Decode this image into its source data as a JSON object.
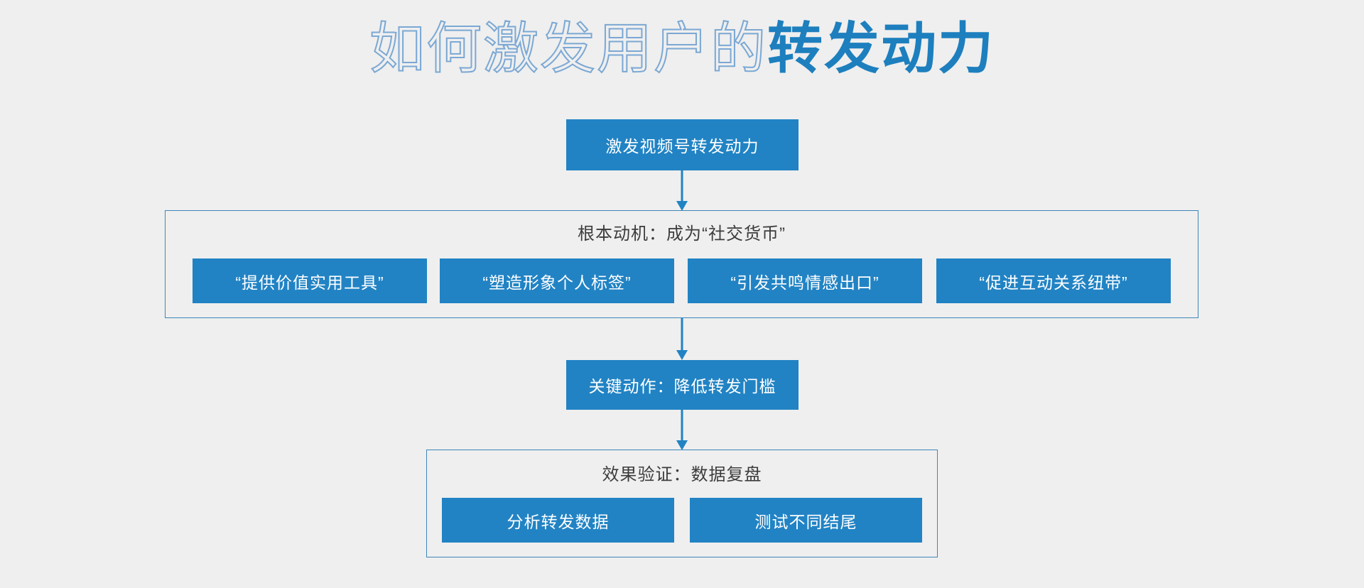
{
  "title": {
    "outline_part": "如何激发用户的",
    "solid_part": "转发动力",
    "full": "如何激发用户的转发动力"
  },
  "colors": {
    "background": "#efefef",
    "node_fill": "#2183c4",
    "node_text": "#ffffff",
    "border": "#3d86b8",
    "title_outline": "#7ba8d4",
    "title_solid": "#1d7fbe",
    "group_label_text": "#3c3c3c",
    "arrow": "#2183c4"
  },
  "flow": {
    "root": {
      "label": "激发视频号转发动力"
    },
    "motive_group": {
      "title": "根本动机：成为“社交货币”",
      "items": [
        {
          "label": "“提供价值实用工具”"
        },
        {
          "label": "“塑造形象个人标签”"
        },
        {
          "label": "“引发共鸣情感出口”"
        },
        {
          "label": "“促进互动关系纽带”"
        }
      ]
    },
    "action": {
      "label": "关键动作：降低转发门槛"
    },
    "verify_group": {
      "title": "效果验证：数据复盘",
      "items": [
        {
          "label": "分析转发数据"
        },
        {
          "label": "测试不同结尾"
        }
      ]
    },
    "connectors": [
      {
        "name": "root-to-motive",
        "direction": "down"
      },
      {
        "name": "motive-to-action",
        "direction": "down"
      },
      {
        "name": "action-to-verify",
        "direction": "down"
      }
    ]
  }
}
